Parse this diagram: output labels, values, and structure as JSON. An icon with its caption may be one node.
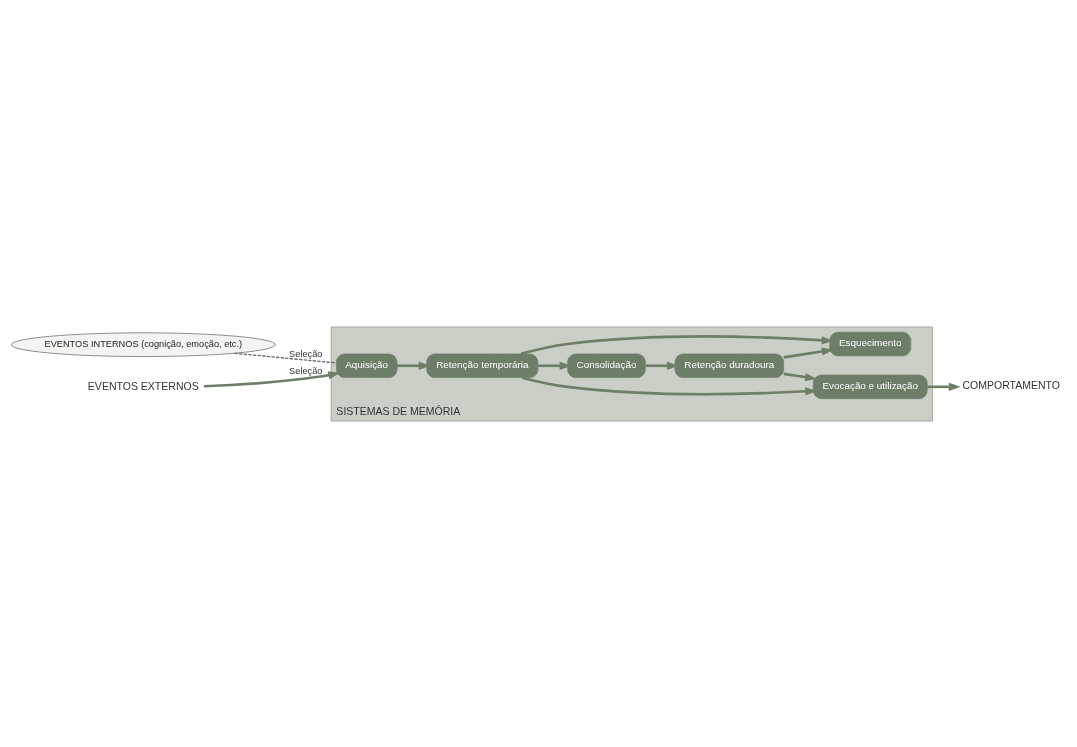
{
  "diagram": {
    "nodes": [
      {
        "text": [
          "SISTEMAS DE MEMÓRIA"
        ]
      },
      {
        "text": [
          "EVENTOS INTERNOS (cognição, emoção, etc.)"
        ]
      },
      {
        "text": [
          "Aquisição"
        ],
        "in": 0
      },
      {
        "text": [
          "Retenção temporária"
        ],
        "in": 0
      },
      {
        "text": [
          "Evocação e utilização"
        ],
        "in": 0
      },
      {
        "text": [
          "Consolidação"
        ],
        "in": 0
      },
      {
        "text": [
          "Esquecimento"
        ],
        "in": 0
      },
      {
        "text": [
          "Retenção duradoura"
        ],
        "in": 0
      },
      {
        "text": [
          "COMPORTAMENTO"
        ]
      },
      {
        "text": [
          "EVENTOS EXTERNOS"
        ]
      }
    ],
    "edges": [
      {
        "from": 9,
        "to": 2,
        "arrow": "to",
        "label": "Seleção"
      },
      {
        "from": 1,
        "to": 2,
        "arrow": "none",
        "label": "Seleção",
        "style": "dashed"
      },
      {
        "from": 2,
        "to": 3,
        "arrow": "to"
      },
      {
        "from": 3,
        "to": 4,
        "arrow": "to"
      },
      {
        "from": 3,
        "to": 5,
        "arrow": "to"
      },
      {
        "from": 3,
        "to": 6,
        "arrow": "to"
      },
      {
        "from": 5,
        "to": 7,
        "arrow": "to"
      },
      {
        "from": 7,
        "to": 4,
        "arrow": "to"
      },
      {
        "from": 7,
        "to": 6,
        "arrow": "to"
      },
      {
        "from": 4,
        "to": 8,
        "arrow": "to"
      }
    ]
  }
}
